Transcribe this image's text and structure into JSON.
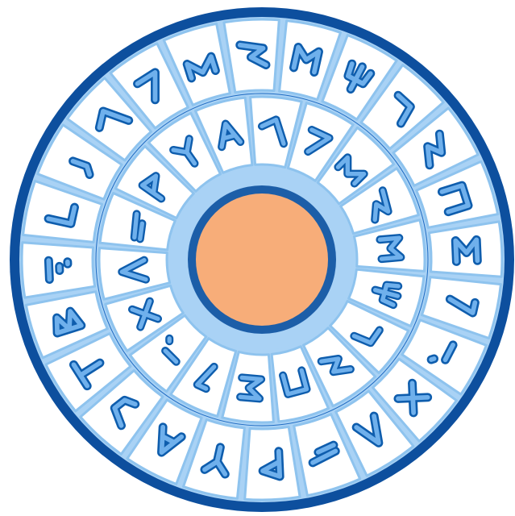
{
  "colors": {
    "outer_rim": "#0d4f9e",
    "ring_fill": "#a9d2f5",
    "cell_fill": "#ffffff",
    "cell_stroke": "#8ec3ee",
    "glyph_fill": "#6fb0ec",
    "glyph_stroke": "#0e5dad",
    "inner_band": "#1f6bc2",
    "center_ring": "#1c5ea8",
    "center_fill": "#f7ad79"
  },
  "outer_ring": {
    "symbols": [
      "glyph-bent-stroke",
      "glyph-hook",
      "glyph-angle",
      "glyph-tick",
      "glyph-zigzag",
      "glyph-bar",
      "glyph-dots",
      "glyph-mem",
      "glyph-dash-dot",
      "glyph-hook-tail",
      "glyph-seven",
      "glyph-n",
      "glyph-rho",
      "glyph-l",
      "glyph-psi",
      "glyph-chi",
      "glyph-tau",
      "glyph-omega",
      "glyph-sigma",
      "glyph-fork",
      "glyph-comma",
      "glyph-bent",
      "glyph-lambda",
      "glyph-beta"
    ]
  },
  "inner_ring": {
    "symbols": [
      "glyph-s-curve",
      "glyph-bowl",
      "glyph-kaph",
      "glyph-pe",
      "glyph-bet",
      "glyph-nun",
      "glyph-delta",
      "glyph-tall-r",
      "glyph-tet",
      "glyph-resh",
      "glyph-gimel",
      "glyph-zayin",
      "glyph-triangles",
      "glyph-bowtie",
      "glyph-flat",
      "glyph-flag",
      "glyph-delta-open",
      "glyph-wave"
    ]
  },
  "center": {
    "symbol": "sun-disc"
  }
}
